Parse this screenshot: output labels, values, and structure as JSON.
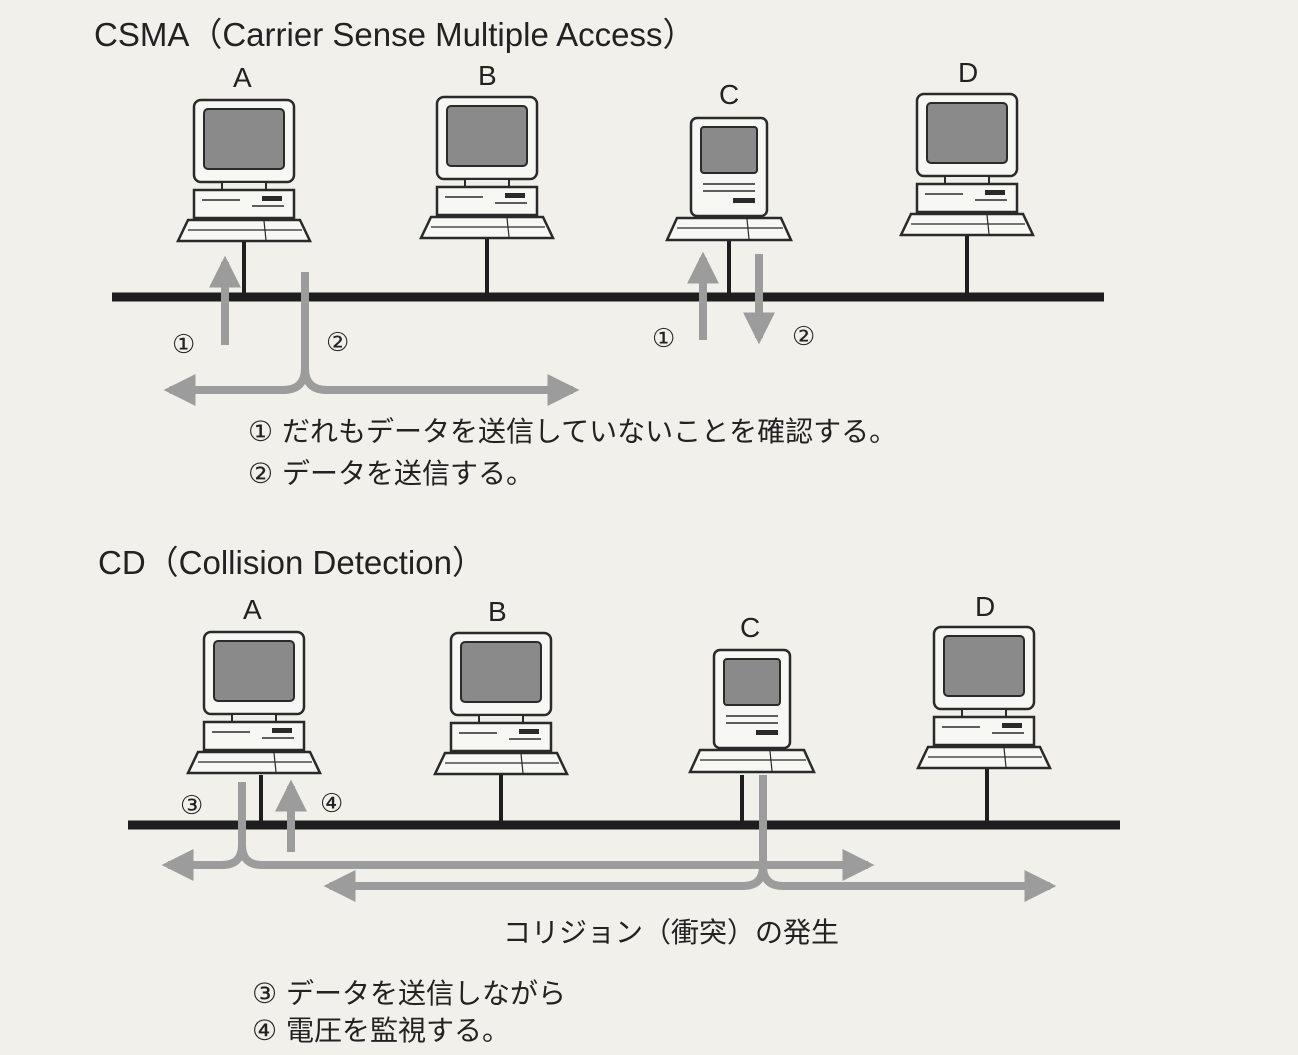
{
  "sections": {
    "csma": {
      "title": "CSMA（Carrier Sense Multiple Access）",
      "nodes": [
        "A",
        "B",
        "C",
        "D"
      ],
      "step_markers": [
        "①",
        "②",
        "①",
        "②"
      ],
      "captions": [
        "① だれもデータを送信していないことを確認する。",
        "② データを送信する。"
      ]
    },
    "cd": {
      "title": "CD（Collision Detection）",
      "nodes": [
        "A",
        "B",
        "C",
        "D"
      ],
      "step_markers": [
        "③",
        "④"
      ],
      "collision_label": "コリジョン（衝突）の発生",
      "captions": [
        "③ データを送信しながら",
        "④ 電圧を監視する。"
      ]
    }
  },
  "colors": {
    "bus": "#1e1e1e",
    "arrow": "#9c9c9c",
    "screen": "#8a8a8a",
    "background": "#f1f0ea"
  },
  "icons": [
    "desktop-computer-icon",
    "compact-mac-icon"
  ]
}
